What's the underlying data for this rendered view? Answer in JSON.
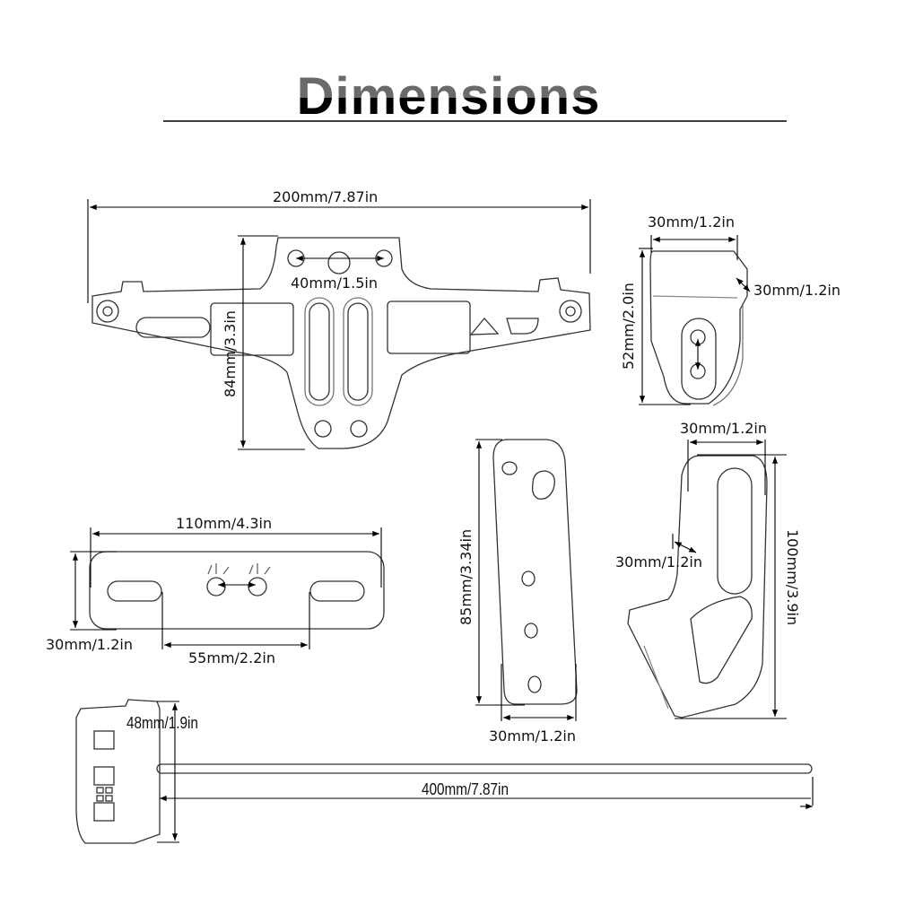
{
  "title": "Dimensions",
  "parts": {
    "main_bracket": {
      "width_label": "200mm/7.87in",
      "height_label": "84mm/3.3in",
      "hole_spacing_label": "40mm/1.5in"
    },
    "small_clip": {
      "width_label": "30mm/1.2in",
      "depth_label": "30mm/1.2in",
      "height_label": "52mm/2.0in"
    },
    "flat_plate": {
      "width_label": "110mm/4.3in",
      "height_label": "30mm/1.2in",
      "slot_spacing_label": "55mm/2.2in"
    },
    "vertical_plate": {
      "height_label": "85mm/3.34in",
      "width_label": "30mm/1.2in"
    },
    "l_bracket": {
      "width_label": "30mm/1.2in",
      "thickness_label": "30mm/1.2in",
      "height_label": "100mm/3.9in"
    },
    "led_light": {
      "height_label": "48mm/1.9in",
      "cable_length_label": "400mm/7.87in"
    }
  }
}
